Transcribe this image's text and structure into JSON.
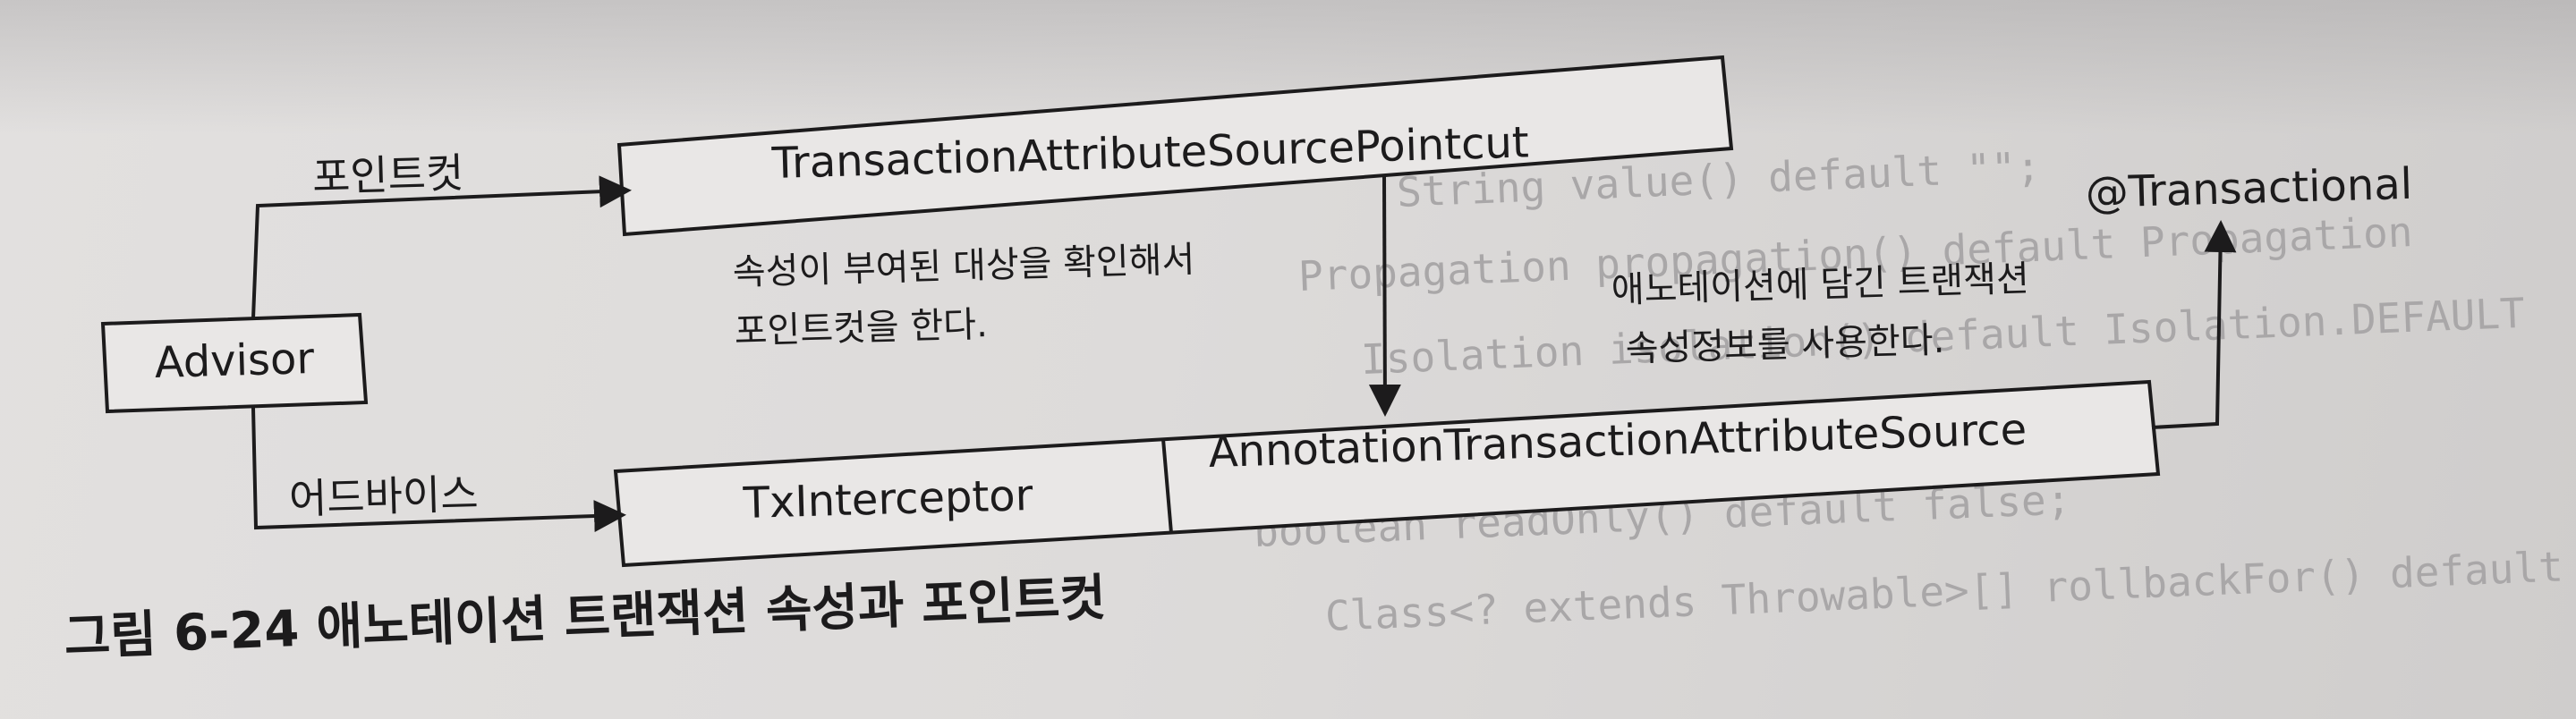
{
  "nodes": {
    "advisor": "Advisor",
    "pointcut": "TransactionAttributeSourcePointcut",
    "interceptor": "TxInterceptor",
    "attribute_source": "AnnotationTransactionAttributeSource",
    "transactional": "@Transactional"
  },
  "edges": {
    "pointcut": "포인트컷",
    "advice": "어드바이스"
  },
  "notes": {
    "pointcut": [
      "속성이 부여된 대상을 확인해서",
      "포인트컷을 한다."
    ],
    "source": [
      "애노테이션에 담긴 트랜잭션",
      "속성정보를 사용한다."
    ]
  },
  "caption": "그림 6-24 애노테이션 트랜잭션 속성과 포인트컷",
  "background_code": [
    "String value() default \"\";",
    "Propagation propagation() default Propagation",
    "Isolation isolation() default Isolation.DEFAULT",
    "boolean readOnly() default false;",
    "Class<? extends Throwable>[] rollbackFor() default {};"
  ]
}
